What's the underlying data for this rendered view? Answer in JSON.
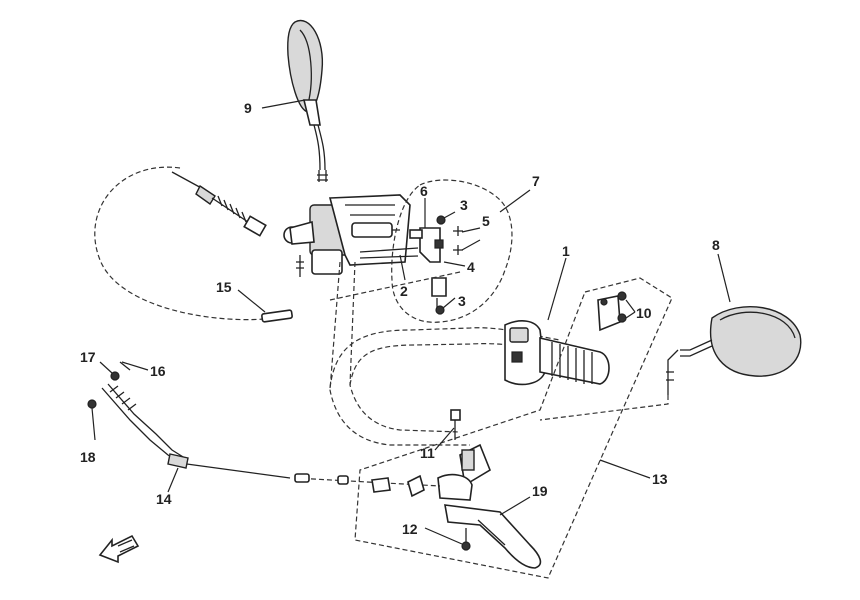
{
  "callouts": [
    {
      "id": "1",
      "text": "1"
    },
    {
      "id": "2",
      "text": "2"
    },
    {
      "id": "3a",
      "text": "3"
    },
    {
      "id": "3b",
      "text": "3"
    },
    {
      "id": "4",
      "text": "4"
    },
    {
      "id": "5",
      "text": "5"
    },
    {
      "id": "6",
      "text": "6"
    },
    {
      "id": "7",
      "text": "7"
    },
    {
      "id": "8",
      "text": "8"
    },
    {
      "id": "9",
      "text": "9"
    },
    {
      "id": "10",
      "text": "10"
    },
    {
      "id": "11",
      "text": "11"
    },
    {
      "id": "12",
      "text": "12"
    },
    {
      "id": "13",
      "text": "13"
    },
    {
      "id": "14",
      "text": "14"
    },
    {
      "id": "15",
      "text": "15"
    },
    {
      "id": "16",
      "text": "16"
    },
    {
      "id": "17",
      "text": "17"
    },
    {
      "id": "18",
      "text": "18"
    },
    {
      "id": "19",
      "text": "19"
    }
  ],
  "icons": {
    "front_arrow": "front-direction-arrow-icon"
  }
}
